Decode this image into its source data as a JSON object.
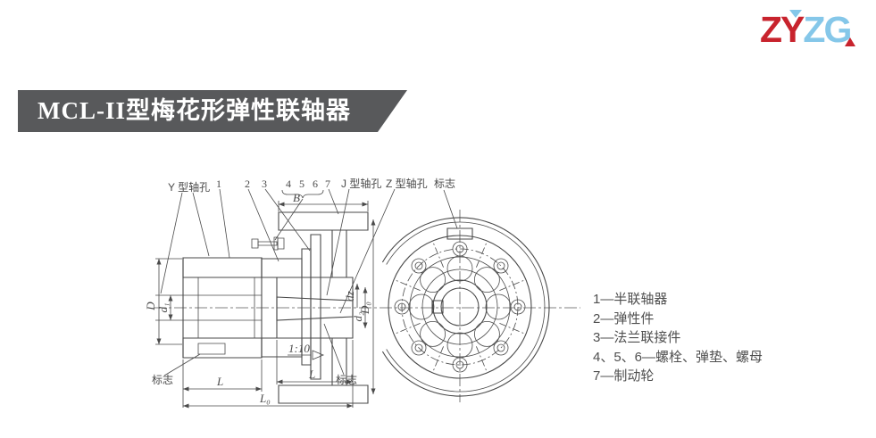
{
  "logo": {
    "red_text": "ZY",
    "blue_text": "ZG",
    "red_color": "#c8232d",
    "blue_color": "#85c7e9"
  },
  "banner": {
    "title": "MCL-II型梅花形弹性联轴器",
    "bg_color": "#58595b"
  },
  "drawing": {
    "top_labels": {
      "y_hole": "Y 型轴孔",
      "j_hole": "J 型轴孔",
      "z_hole": "Z 型轴孔",
      "mark_top": "标志",
      "part_numbers": [
        "1",
        "2",
        "3",
        "4",
        "5",
        "6",
        "7"
      ]
    },
    "dims": {
      "B": "B",
      "D": "D",
      "d1": "d₁",
      "dz": "dᴢ",
      "d2": "d₂",
      "D0": "D₀",
      "L_left": "L",
      "L_right": "L",
      "L0": "L₀",
      "taper": "1:10"
    },
    "marks": {
      "left": "标志",
      "right": "标志"
    }
  },
  "legend": {
    "items": [
      "1—半联轴器",
      "2—弹性件",
      "3—法兰联接件",
      "4、5、6—螺栓、弹垫、螺母",
      "7—制动轮"
    ]
  }
}
